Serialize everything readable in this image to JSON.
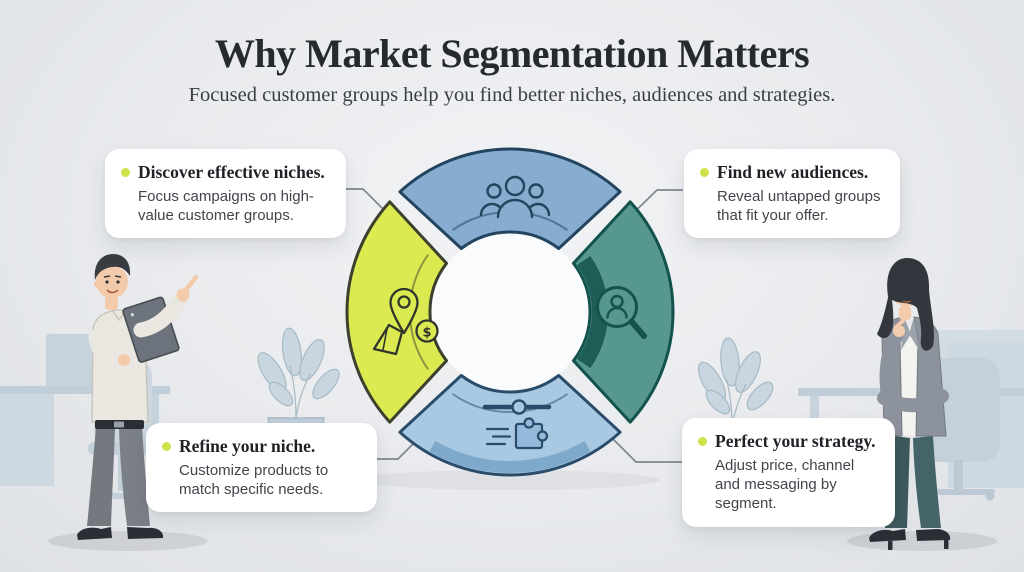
{
  "title": "Why Market Segmentation Matters",
  "subtitle": "Focused customer groups help you find better niches, audiences and strategies.",
  "palette": {
    "background": "#e9ebee",
    "card": "#ffffff",
    "bullet_accent": "#cfe24b",
    "title_text": "#26292e",
    "body_text": "#41454b",
    "connector": "#7f868d"
  },
  "callouts": {
    "top_left": {
      "title": "Discover effective niches.",
      "body": "Focus campaigns on high-value customer groups."
    },
    "top_right": {
      "title": "Find new audiences.",
      "body": "Reveal untapped groups that fit your offer."
    },
    "bottom_left": {
      "title": "Refine your niche.",
      "body": "Customize products to match specific needs."
    },
    "bottom_right": {
      "title": "Perfect your strategy.",
      "body": "Adjust price, channel and messaging by segment."
    }
  },
  "diagram": {
    "segments": [
      {
        "position": "top",
        "fill": "#86add0",
        "stroke": "#23445f",
        "icon": "people-group-icon"
      },
      {
        "position": "right",
        "fill": "#57988e",
        "stroke": "#14524d",
        "icon": "person-search-icon"
      },
      {
        "position": "bottom",
        "fill": "#a9c9e2",
        "stroke": "#2a4c6b",
        "icon": "slider-puzzle-icon"
      },
      {
        "position": "left",
        "fill": "#dcea52",
        "stroke": "#3c402c",
        "icon": "map-pin-dollar-icon"
      }
    ],
    "dollar_glyph": "$"
  }
}
